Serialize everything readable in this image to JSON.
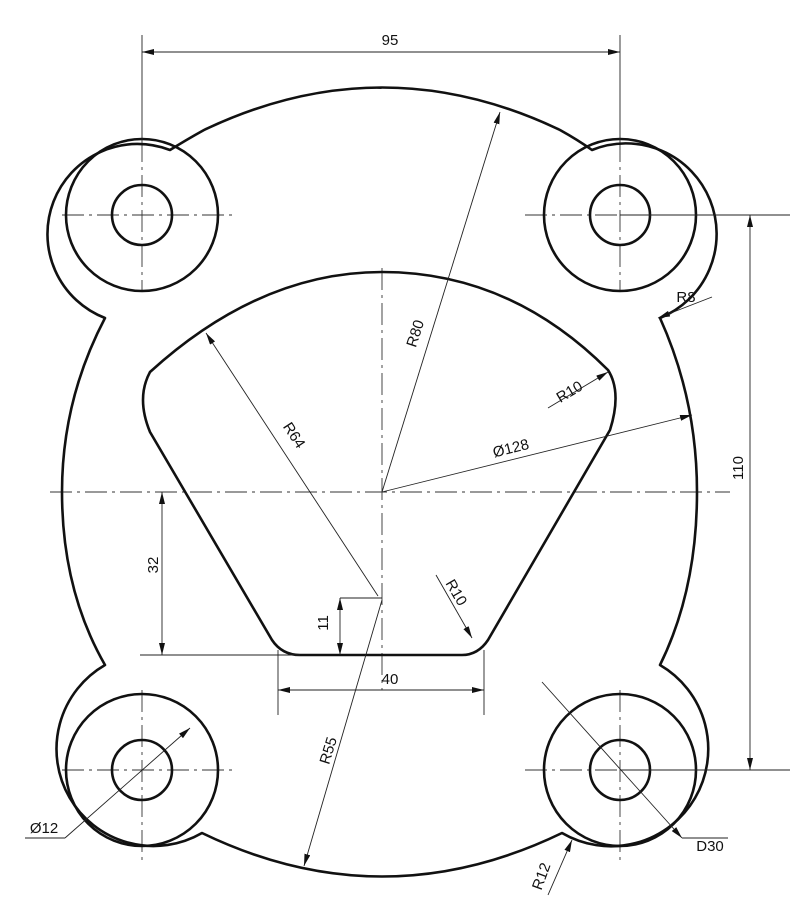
{
  "title": "",
  "dimensions": {
    "width_95": "95",
    "height_110": "110",
    "dim_32": "32",
    "dim_11": "11",
    "dim_40": "40",
    "r80": "R80",
    "r64": "R64",
    "dia128": "Ø128",
    "r10_top": "R10",
    "r10_bottom": "R10",
    "r8": "R8",
    "r55": "R55",
    "dia12": "Ø12",
    "d30": "D30",
    "r12": "R12"
  }
}
